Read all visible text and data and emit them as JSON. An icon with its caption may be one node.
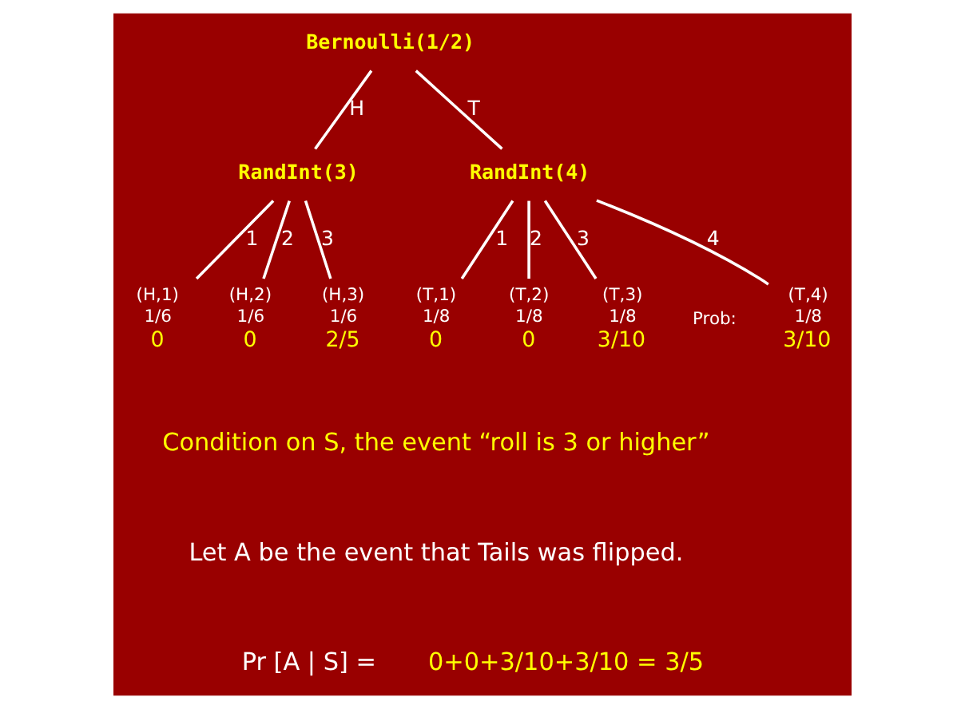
{
  "diagram": {
    "nodes": [
      {
        "text": [
          "Bernoulli(1/2)"
        ]
      },
      {
        "text": [
          "RandInt(3)"
        ]
      },
      {
        "text": [
          "RandInt(4)"
        ]
      },
      {
        "text": [
          "(H,1)",
          "1/6",
          "0"
        ]
      },
      {
        "text": [
          "(H,2)",
          "1/6",
          "0"
        ]
      },
      {
        "text": [
          "(H,3)",
          "1/6",
          "2/5"
        ]
      },
      {
        "text": [
          "(T,1)",
          "1/8",
          "0"
        ]
      },
      {
        "text": [
          "(T,2)",
          "1/8",
          "0"
        ]
      },
      {
        "text": [
          "(T,3)",
          "1/8",
          "3/10"
        ]
      },
      {
        "text": [
          "(T,4)",
          "1/8",
          "3/10"
        ]
      }
    ],
    "edges": [
      {
        "from": 0,
        "to": 1,
        "arrow": "none",
        "label": "H"
      },
      {
        "from": 0,
        "to": 2,
        "arrow": "none",
        "label": "T"
      },
      {
        "from": 1,
        "to": 3,
        "arrow": "none",
        "label": "1"
      },
      {
        "from": 1,
        "to": 4,
        "arrow": "none",
        "label": "2"
      },
      {
        "from": 1,
        "to": 5,
        "arrow": "none",
        "label": "3"
      },
      {
        "from": 2,
        "to": 6,
        "arrow": "none",
        "label": "1"
      },
      {
        "from": 2,
        "to": 7,
        "arrow": "none",
        "label": "2"
      },
      {
        "from": 2,
        "to": 8,
        "arrow": "none",
        "label": "3"
      },
      {
        "from": 2,
        "to": 9,
        "arrow": "none",
        "label": "4"
      }
    ],
    "labels": [
      "Prob:",
      "Condition on S, the event “roll is 3 or higher”",
      "Let A be the event that Tails was flipped.",
      "Pr [A | S] =",
      "0+0+3/10+3/10 = 3/5"
    ]
  }
}
